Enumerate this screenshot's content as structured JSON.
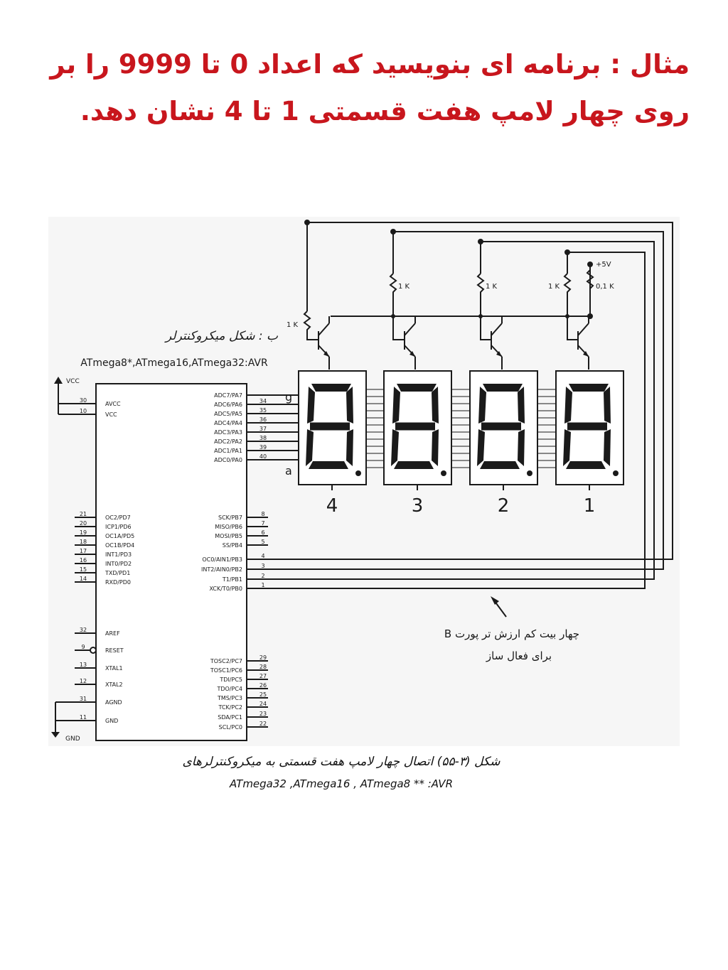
{
  "title": {
    "line1": "مثال : برنامه ای بنویسید که اعداد 0 تا 9999 را بر",
    "line2": "روی چهار لامپ هفت قسمتی 1 تا 4 نشان دهد."
  },
  "figure": {
    "mcu_heading": "ب : شکل میکروکنترلر",
    "mcu_models": "ATmega8*,ATmega16,ATmega32:AVR",
    "vcc": "VCC",
    "gnd": "GND",
    "plus5v": "+5V",
    "resistor_1k": "1 K",
    "resistor_01k": "0,1 K",
    "seg_top": "g",
    "seg_bottom": "a",
    "display_numbers": [
      "4",
      "3",
      "2",
      "1"
    ],
    "left_pins": [
      {
        "num": "30",
        "name": "AVCC"
      },
      {
        "num": "10",
        "name": "VCC"
      },
      {
        "num": "21",
        "name": "OC2/PD7"
      },
      {
        "num": "20",
        "name": "ICP1/PD6"
      },
      {
        "num": "19",
        "name": "OC1A/PD5"
      },
      {
        "num": "18",
        "name": "OC1B/PD4"
      },
      {
        "num": "17",
        "name": "INT1/PD3"
      },
      {
        "num": "16",
        "name": "INT0/PD2"
      },
      {
        "num": "15",
        "name": "TXD/PD1"
      },
      {
        "num": "14",
        "name": "RXD/PD0"
      },
      {
        "num": "32",
        "name": "AREF"
      },
      {
        "num": "9",
        "name": "RESET"
      },
      {
        "num": "13",
        "name": "XTAL1"
      },
      {
        "num": "12",
        "name": "XTAL2"
      },
      {
        "num": "31",
        "name": "AGND"
      },
      {
        "num": "11",
        "name": "GND"
      }
    ],
    "right_pins_a": [
      {
        "num": "",
        "name": "ADC7/PA7"
      },
      {
        "num": "34",
        "name": "ADC6/PA6"
      },
      {
        "num": "35",
        "name": "ADC5/PA5"
      },
      {
        "num": "36",
        "name": "ADC4/PA4"
      },
      {
        "num": "37",
        "name": "ADC3/PA3"
      },
      {
        "num": "38",
        "name": "ADC2/PA2"
      },
      {
        "num": "39",
        "name": "ADC1/PA1"
      },
      {
        "num": "40",
        "name": "ADC0/PA0"
      }
    ],
    "right_pins_b": [
      {
        "num": "8",
        "name": "SCK/PB7"
      },
      {
        "num": "7",
        "name": "MISO/PB6"
      },
      {
        "num": "6",
        "name": "MOSI/PB5"
      },
      {
        "num": "5",
        "name": "SS/PB4"
      },
      {
        "num": "4",
        "name": "OC0/AIN1/PB3"
      },
      {
        "num": "3",
        "name": "INT2/AIN0/PB2"
      },
      {
        "num": "2",
        "name": "T1/PB1"
      },
      {
        "num": "1",
        "name": "XCK/T0/PB0"
      }
    ],
    "right_pins_c": [
      {
        "num": "29",
        "name": "TOSC2/PC7"
      },
      {
        "num": "28",
        "name": "TOSC1/PC6"
      },
      {
        "num": "27",
        "name": "TDI/PC5"
      },
      {
        "num": "26",
        "name": "TDO/PC4"
      },
      {
        "num": "25",
        "name": "TMS/PC3"
      },
      {
        "num": "24",
        "name": "TCK/PC2"
      },
      {
        "num": "23",
        "name": "SDA/PC1"
      },
      {
        "num": "22",
        "name": "SCL/PC0"
      }
    ],
    "port_note_line1": "چهار بیت کم ارزش تر پورت B",
    "port_note_line2": "برای فعال ساز"
  },
  "caption": {
    "line1": "شکل (۳-۵۵) اتصال چهار لامپ هفت قسمتی به میکروکنترلرهای",
    "line2": "ATmega32 ,ATmega16 , ATmega8  ** :AVR"
  },
  "colors": {
    "title": "#c8161d",
    "ink": "#1a1a1a",
    "background": "#ffffff"
  }
}
